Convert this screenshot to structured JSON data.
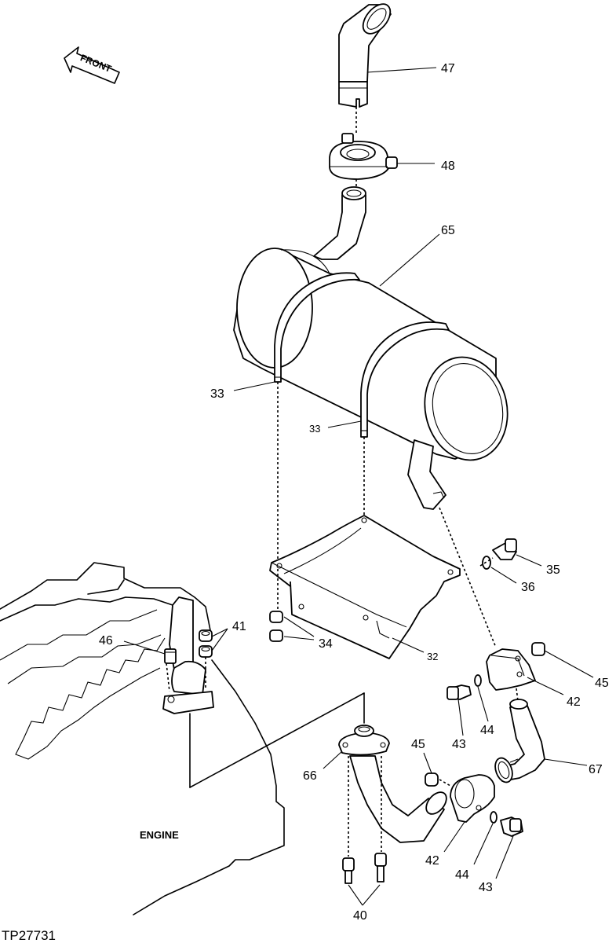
{
  "figure_id": "TP27731",
  "front_label": "FRONT",
  "engine_label": "ENGINE",
  "callouts": {
    "c47": "47",
    "c48": "48",
    "c65": "65",
    "c33a": "33",
    "c33b": "33",
    "c35": "35",
    "c36": "36",
    "c41": "41",
    "c46": "46",
    "c34": "34",
    "c32": "32",
    "c45a": "45",
    "c42a": "42",
    "c44a": "44",
    "c43a": "43",
    "c66": "66",
    "c45b": "45",
    "c67": "67",
    "c42b": "42",
    "c44b": "44",
    "c43b": "43",
    "c40": "40"
  }
}
